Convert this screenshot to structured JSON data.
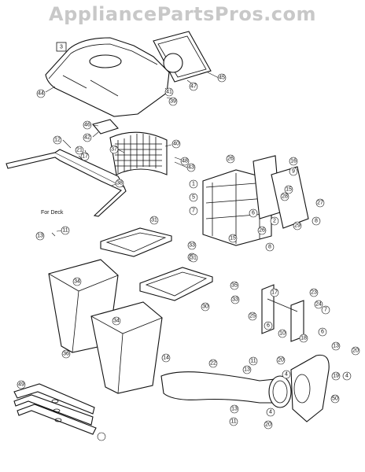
{
  "watermark": "AppliancePartsPros.com",
  "section_label": "3",
  "deck_label": "For Deck",
  "callouts": [
    "44",
    "45",
    "47",
    "41",
    "39",
    "46",
    "42",
    "40",
    "37",
    "48",
    "43",
    "12",
    "21",
    "17",
    "38",
    "13",
    "11",
    "26",
    "16",
    "9",
    "15",
    "1",
    "5",
    "7",
    "28",
    "27",
    "2",
    "29",
    "8",
    "6",
    "15",
    "31",
    "33",
    "32",
    "34",
    "35",
    "30",
    "36",
    "14",
    "17",
    "23",
    "24",
    "25",
    "10",
    "18",
    "13",
    "20",
    "22",
    "4",
    "19",
    "50",
    "49"
  ]
}
